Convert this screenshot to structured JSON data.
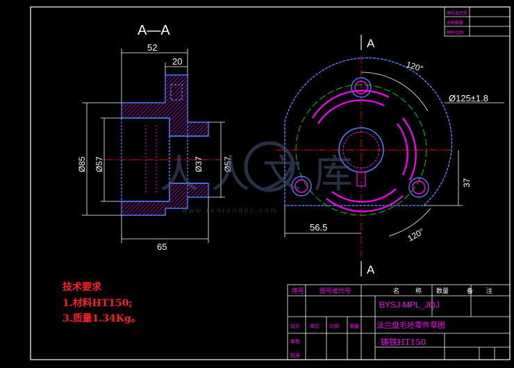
{
  "colors": {
    "background": "#000000",
    "border": "#ffffff",
    "outline": "#0000ff",
    "hatch": "#ff00ff",
    "center_line": "#ff0000",
    "dimension": "#ffffff",
    "dashed_circle": "#00cc00",
    "note": "#ff2020",
    "table_text": "#ff00ff",
    "watermark": "#4a5a7a"
  },
  "section_view": {
    "title": "A—A",
    "dims": {
      "overall_width": "52",
      "top_step": "20",
      "outer_dia": "Ø85",
      "inner_dia": "Ø57",
      "bore_dia": "Ø37",
      "right_dia": "Ø57",
      "bottom_length": "65"
    }
  },
  "front_view": {
    "section_mark": "A",
    "dims": {
      "angle_top": "120°",
      "angle_bottom": "120°",
      "circle": "Ø125±1.8",
      "height": "37",
      "offset": "56.5"
    }
  },
  "technical_requirements": {
    "title": "技术要求",
    "items": [
      "1.材料HT150;",
      "3.质量1.34Kg。"
    ]
  },
  "title_block": {
    "headers": [
      "序号",
      "图号或代号",
      "名",
      "称",
      "数量",
      "备",
      "注"
    ],
    "drawing_number": "BYSJ-MPL_JQJ",
    "part_name": "法兰盘毛坯零件草图",
    "material": "铸铁HT150",
    "design_label": "设计",
    "review_label": "审核",
    "approve_label": "批准",
    "unit_labels": [
      "单位",
      "比例",
      "重量"
    ],
    "top_right_rows": [
      "图号或代号",
      "名称数量",
      "材料比例"
    ]
  },
  "watermark": {
    "text": "人人文库",
    "url": "w w w . r e n r e n d o c . c o m"
  }
}
